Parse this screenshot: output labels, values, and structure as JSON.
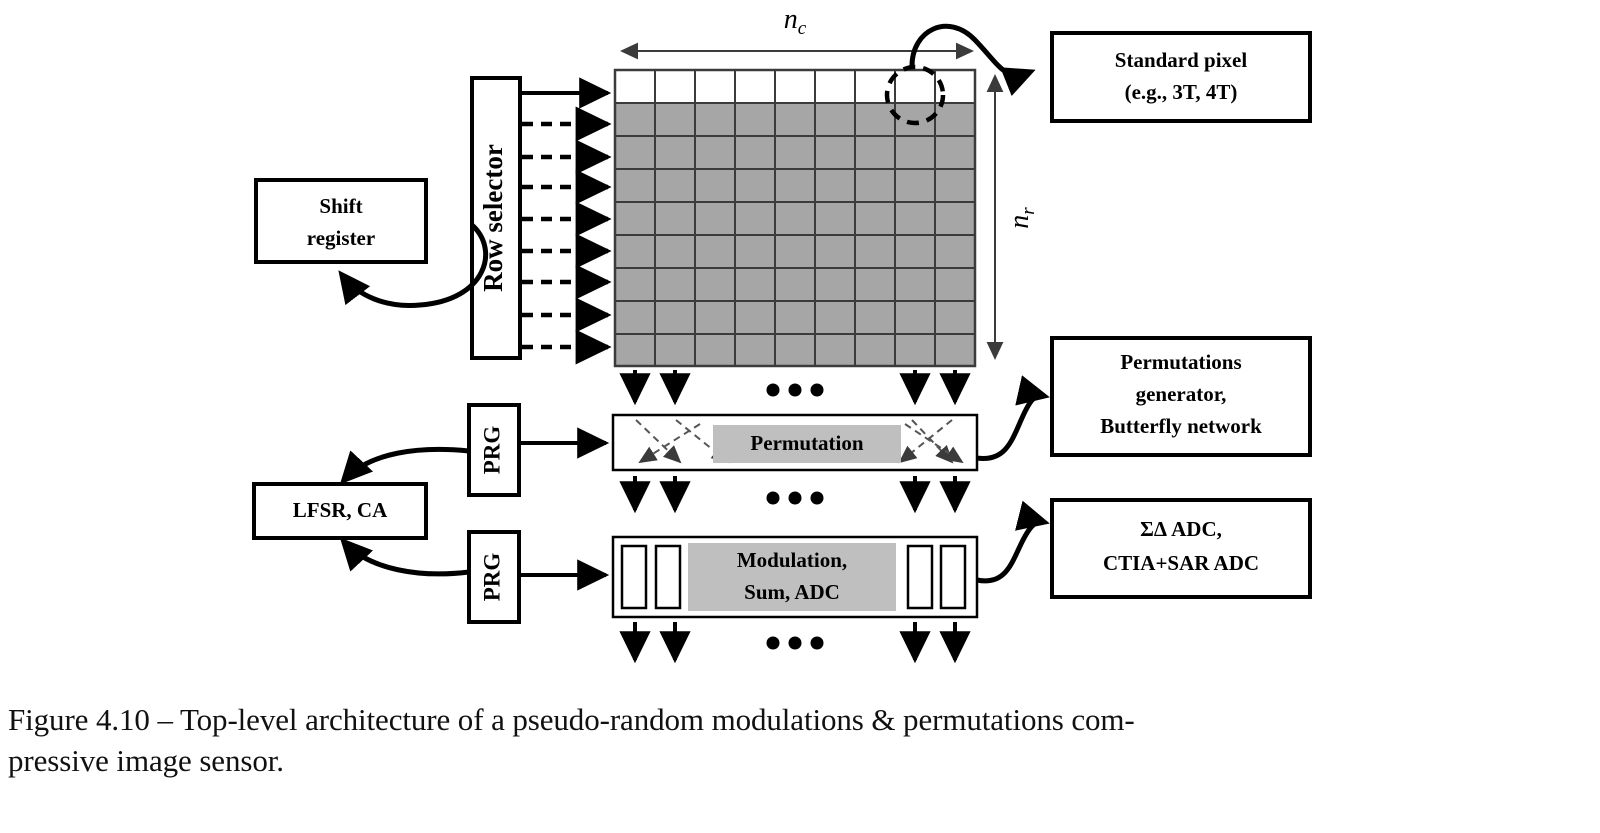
{
  "figure": {
    "caption_line1": "Figure 4.10 – Top-level architecture of a pseudo-random modulations & permutations com-",
    "caption_line2": "pressive image sensor."
  },
  "diagram": {
    "title": "Top-level architecture of a pseudo-random modulations & permutations compressive image sensor",
    "blocks": {
      "shift_register": {
        "line1": "Shift",
        "line2": "register"
      },
      "row_selector": {
        "label": "Row selector"
      },
      "lfsr_ca": {
        "label": "LFSR, CA"
      },
      "prg_top": {
        "label": "PRG"
      },
      "prg_bottom": {
        "label": "PRG"
      },
      "permutation": {
        "label": "Permutation"
      },
      "modulation": {
        "line1": "Modulation,",
        "line2": "Sum, ADC"
      },
      "standard_pixel": {
        "line1": "Standard pixel",
        "line2": "(e.g., 3T, 4T)"
      },
      "permutations_generator": {
        "line1": "Permutations",
        "line2": "generator,",
        "line3": "Butterfly network"
      },
      "adc": {
        "line1": "ΣΔ ADC,",
        "line2": "CTIA+SAR ADC"
      }
    },
    "dimensions": {
      "columns_symbol": "n",
      "columns_subscript": "c",
      "rows_symbol": "n",
      "rows_subscript": "r"
    },
    "ellipsis": "• • •",
    "array": {
      "columns": 9,
      "rows": 9,
      "highlighted_row_index": 0
    },
    "colors": {
      "array_fill": "#a6a6a6",
      "array_empty": "#ffffff",
      "shade_band": "#bfbfbf",
      "stroke": "#000000"
    }
  }
}
